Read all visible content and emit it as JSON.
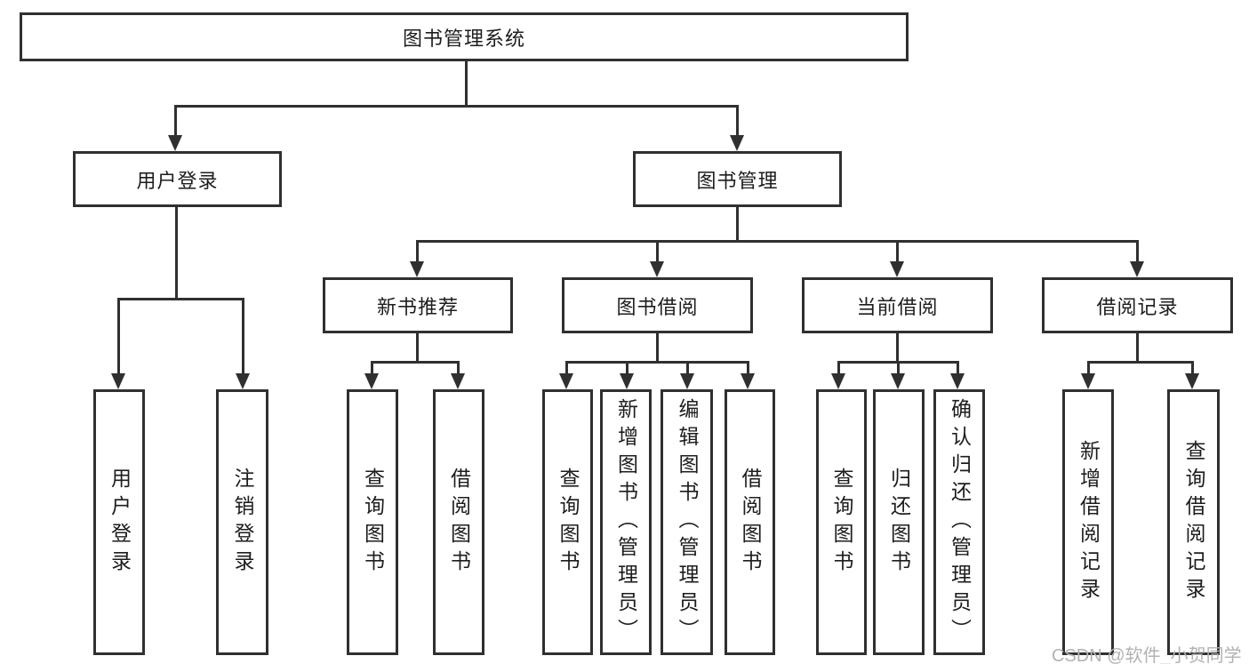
{
  "tree": {
    "root": {
      "label": "图书管理系统"
    },
    "branches": [
      {
        "label": "用户登录",
        "children": [
          {
            "label": "用户登录"
          },
          {
            "label": "注销登录"
          }
        ]
      },
      {
        "label": "图书管理",
        "children": [
          {
            "label": "新书推荐",
            "children": [
              {
                "label": "查询图书"
              },
              {
                "label": "借阅图书"
              }
            ]
          },
          {
            "label": "图书借阅",
            "children": [
              {
                "label": "查询图书"
              },
              {
                "label": "新增图书（管理员）"
              },
              {
                "label": "编辑图书（管理员）"
              },
              {
                "label": "借阅图书"
              }
            ]
          },
          {
            "label": "当前借阅",
            "children": [
              {
                "label": "查询图书"
              },
              {
                "label": "归还图书"
              },
              {
                "label": "确认归还（管理员）"
              }
            ]
          },
          {
            "label": "借阅记录",
            "children": [
              {
                "label": "新增借阅记录"
              },
              {
                "label": "查询借阅记录"
              }
            ]
          }
        ]
      }
    ]
  },
  "watermark": {
    "text": "CSDN @软件_小贺同学"
  },
  "colors": {
    "line": "#303030",
    "watermark": "#b2b2b2"
  }
}
